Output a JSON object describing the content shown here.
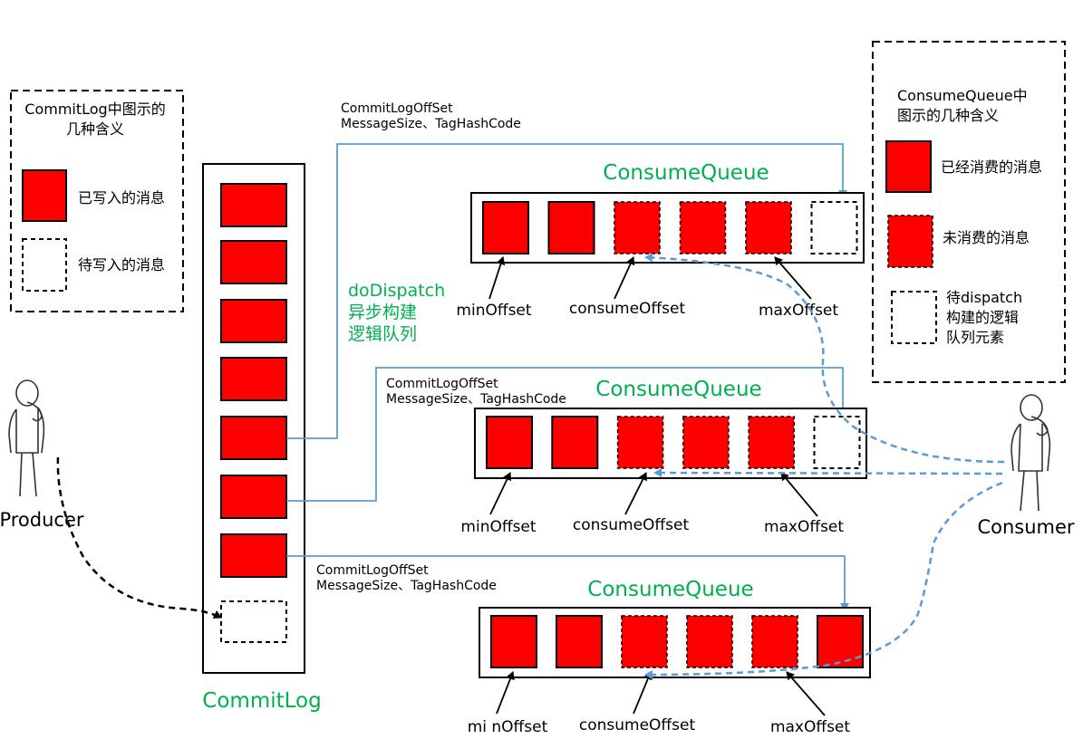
{
  "legend_left": {
    "title_line1": "CommitLog中图示的",
    "title_line2": "几种含义",
    "written_label": "已写入的消息",
    "pending_label": "待写入的消息"
  },
  "legend_right": {
    "title_line1": "ConsumeQueue中",
    "title_line2": "图示的几种含义",
    "consumed_label": "已经消费的消息",
    "unconsumed_label": "未消费的消息",
    "dispatch_line1": "待dispatch",
    "dispatch_line2": "构建的逻辑",
    "dispatch_line3": "队列元素"
  },
  "producer": {
    "label": "Producer"
  },
  "consumer": {
    "label": "Consumer"
  },
  "commitlog": {
    "label": "CommitLog"
  },
  "dispatch": {
    "line1": "doDispatch",
    "line2": "异步构建",
    "line3": "逻辑队列"
  },
  "queues": [
    {
      "title": "ConsumeQueue",
      "entry_line1": "CommitLogOffSet",
      "entry_line2": "MessageSize、TagHashCode",
      "min_label": "minOffset",
      "consume_label": "consumeOffset",
      "max_label": "maxOffset"
    },
    {
      "title": "ConsumeQueue",
      "entry_line1": "CommitLogOffSet",
      "entry_line2": "MessageSize、TagHashCode",
      "min_label": "minOffset",
      "consume_label": "consumeOffset",
      "max_label": "maxOffset"
    },
    {
      "title": "ConsumeQueue",
      "entry_line1": "CommitLogOffSet",
      "entry_line2": "MessageSize、TagHashCode",
      "min_label": "mi nOffset",
      "consume_label": "consumeOffset",
      "max_label": "maxOffset"
    }
  ],
  "colors": {
    "message_fill": "#ff0000",
    "accent_green": "#00b050",
    "link_blue": "#5b9bd5",
    "line_black": "#000000"
  }
}
